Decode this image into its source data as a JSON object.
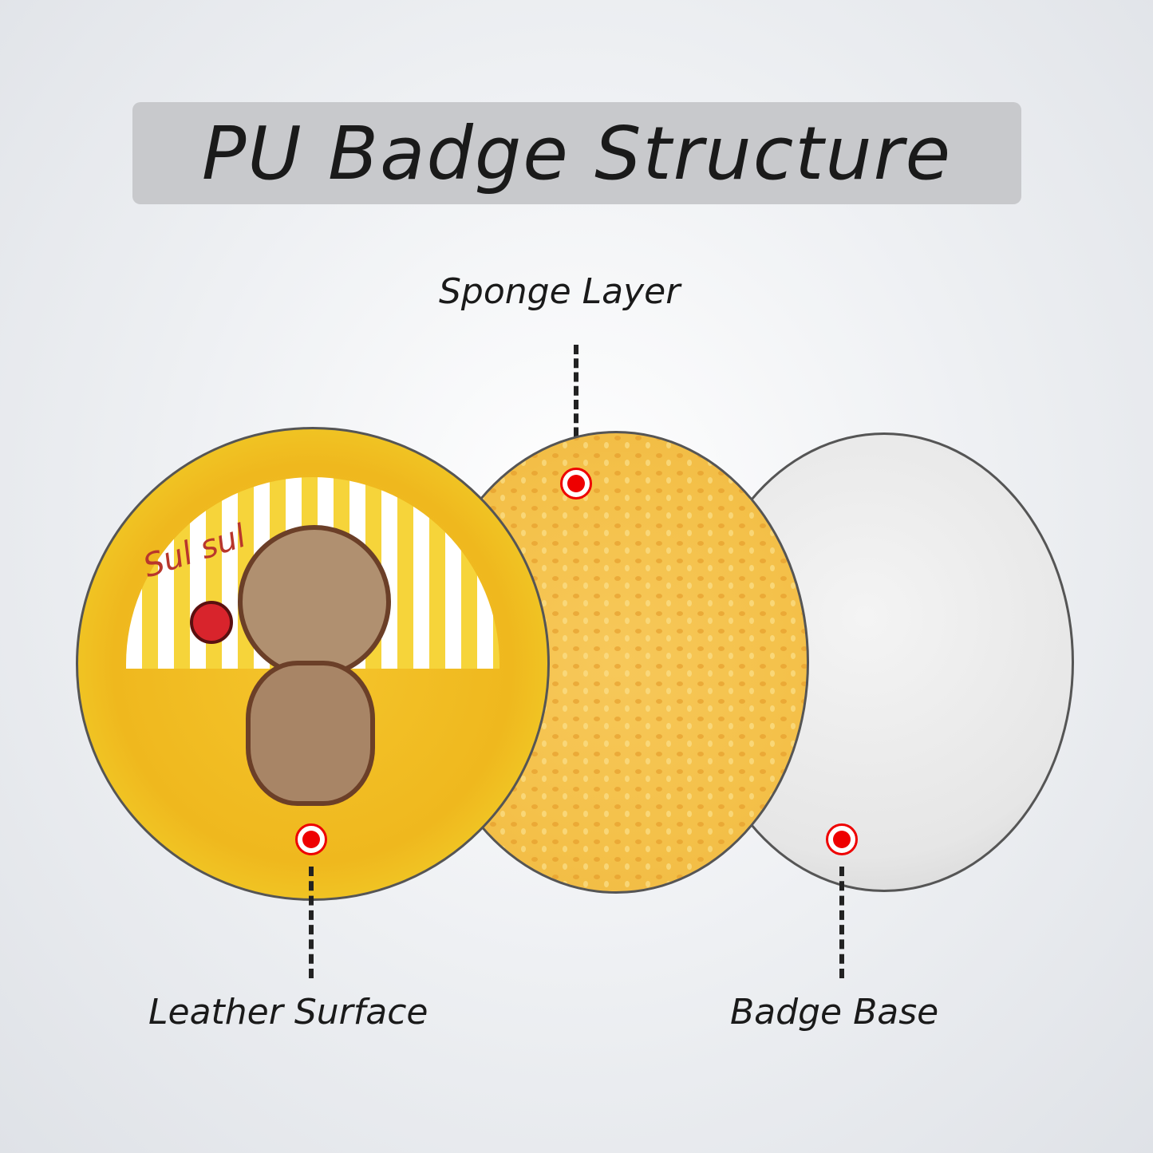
{
  "title": "PU Badge Structure",
  "labels": {
    "sponge": "Sponge Layer",
    "leather": "Leather Surface",
    "base": "Badge Base"
  },
  "badge_text": "Sul sul"
}
